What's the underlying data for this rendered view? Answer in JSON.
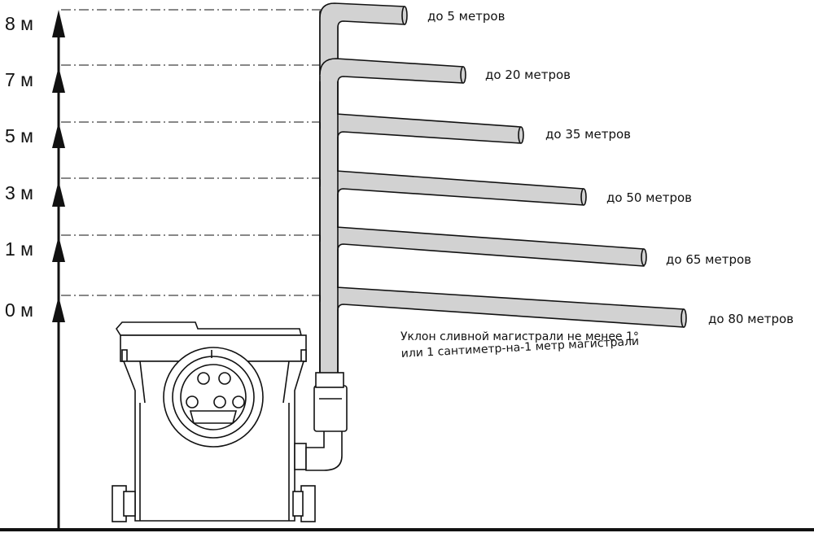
{
  "levels": [
    {
      "height": "8 м",
      "distance": "до 5 метров"
    },
    {
      "height": "7 м",
      "distance": "до 20 метров"
    },
    {
      "height": "5 м",
      "distance": "до 35 метров"
    },
    {
      "height": "3 м",
      "distance": "до 50 метров"
    },
    {
      "height": "1 м",
      "distance": "до 65 метров"
    },
    {
      "height": "0 м",
      "distance": "до 80 метров"
    }
  ],
  "note": {
    "line1": "Уклон сливной магистрали не менее 1°",
    "line2": "или 1 сантиметр-на-1 метр магистрали"
  },
  "colors": {
    "pipe_fill": "#d2d2d2",
    "stroke": "#111111",
    "pump_fill": "#ffffff"
  }
}
